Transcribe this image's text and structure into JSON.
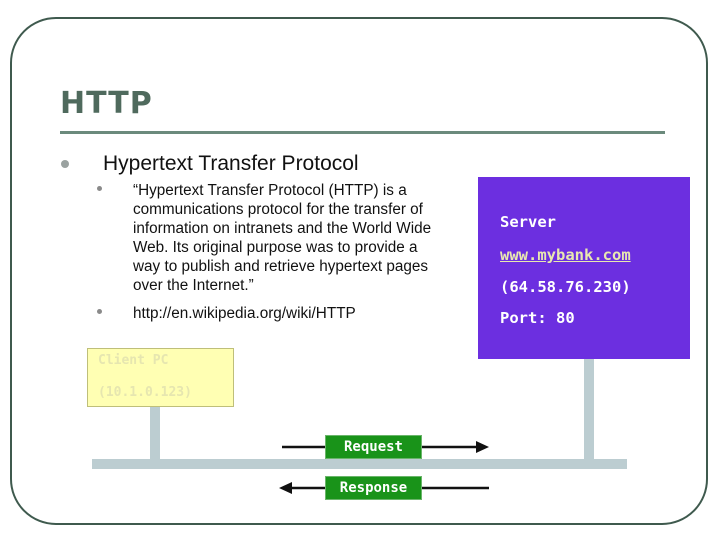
{
  "slide": {
    "title": "HTTP",
    "bullet_main": "Hypertext Transfer Protocol",
    "sub_bullets": [
      "“Hypertext Transfer Protocol (HTTP) is a communications protocol for the transfer of information on intranets and the World Wide Web. Its original purpose was to provide a way to publish and retrieve hypertext pages over the Internet.”",
      "http://en.wikipedia.org/wiki/HTTP"
    ]
  },
  "server": {
    "label": "Server",
    "url": "www.mybank.com",
    "ip": "(64.58.76.230)",
    "port": "Port: 80"
  },
  "client": {
    "label": "Client PC",
    "ip": "(10.1.0.123)"
  },
  "arrows": {
    "request": "Request",
    "response": "Response"
  },
  "colors": {
    "title": "#4f6a5d",
    "server_bg": "#6c2fe0",
    "client_bg": "#ffffb3",
    "arrow_label_bg": "#199319",
    "network_line": "#bccdd1"
  }
}
